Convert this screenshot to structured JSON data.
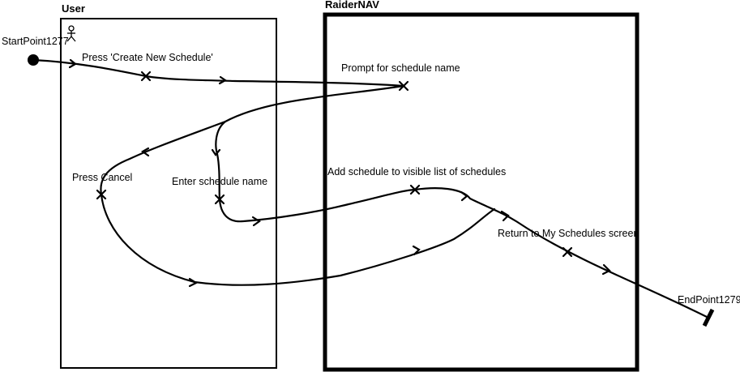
{
  "lanes": {
    "user": "User",
    "system": "RaiderNAV"
  },
  "start_point": "StartPoint1277",
  "end_point": "EndPoint1279",
  "steps": {
    "press_create": "Press 'Create New Schedule'",
    "prompt_name": "Prompt for schedule name",
    "press_cancel": "Press Cancel",
    "enter_name": "Enter schedule name",
    "add_schedule": "Add schedule to visible list of schedules",
    "return_screen": "Return to My Schedules screen"
  }
}
